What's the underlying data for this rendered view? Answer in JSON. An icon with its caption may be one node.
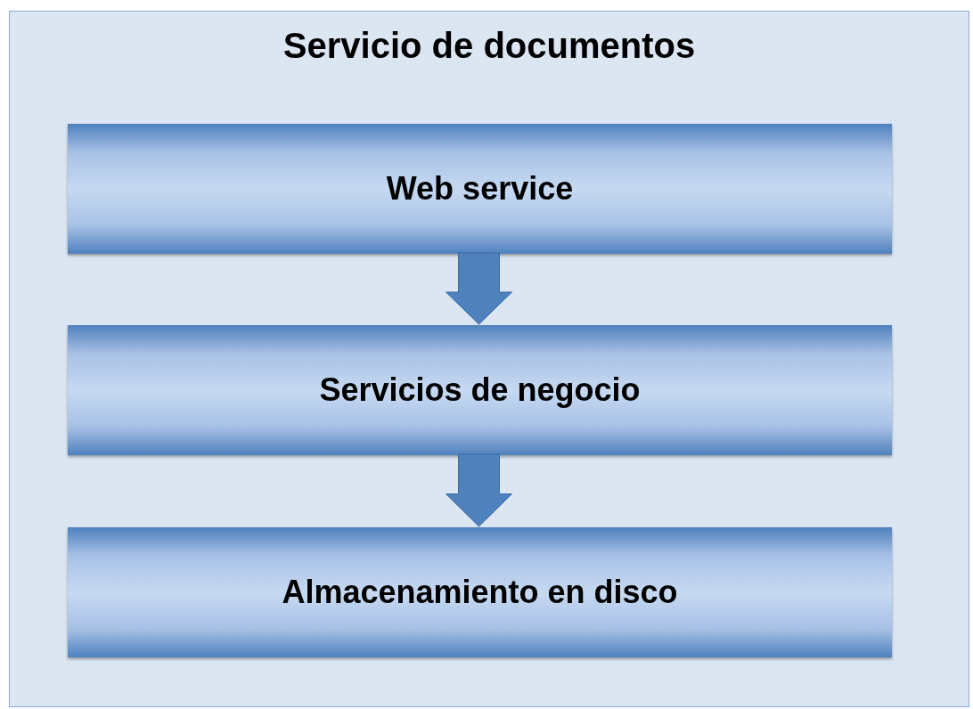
{
  "diagram": {
    "nodes": [
      {
        "text": [
          "Servicio de documentos"
        ]
      },
      {
        "text": [
          "Web service"
        ],
        "in": 0
      },
      {
        "text": [
          "Servicios de negocio"
        ],
        "in": 0
      },
      {
        "text": [
          "Almacenamiento en disco"
        ],
        "in": 0
      }
    ],
    "edges": [
      {
        "from": 1,
        "to": 2,
        "arrow": "to"
      },
      {
        "from": 2,
        "to": 3,
        "arrow": "to"
      }
    ]
  }
}
